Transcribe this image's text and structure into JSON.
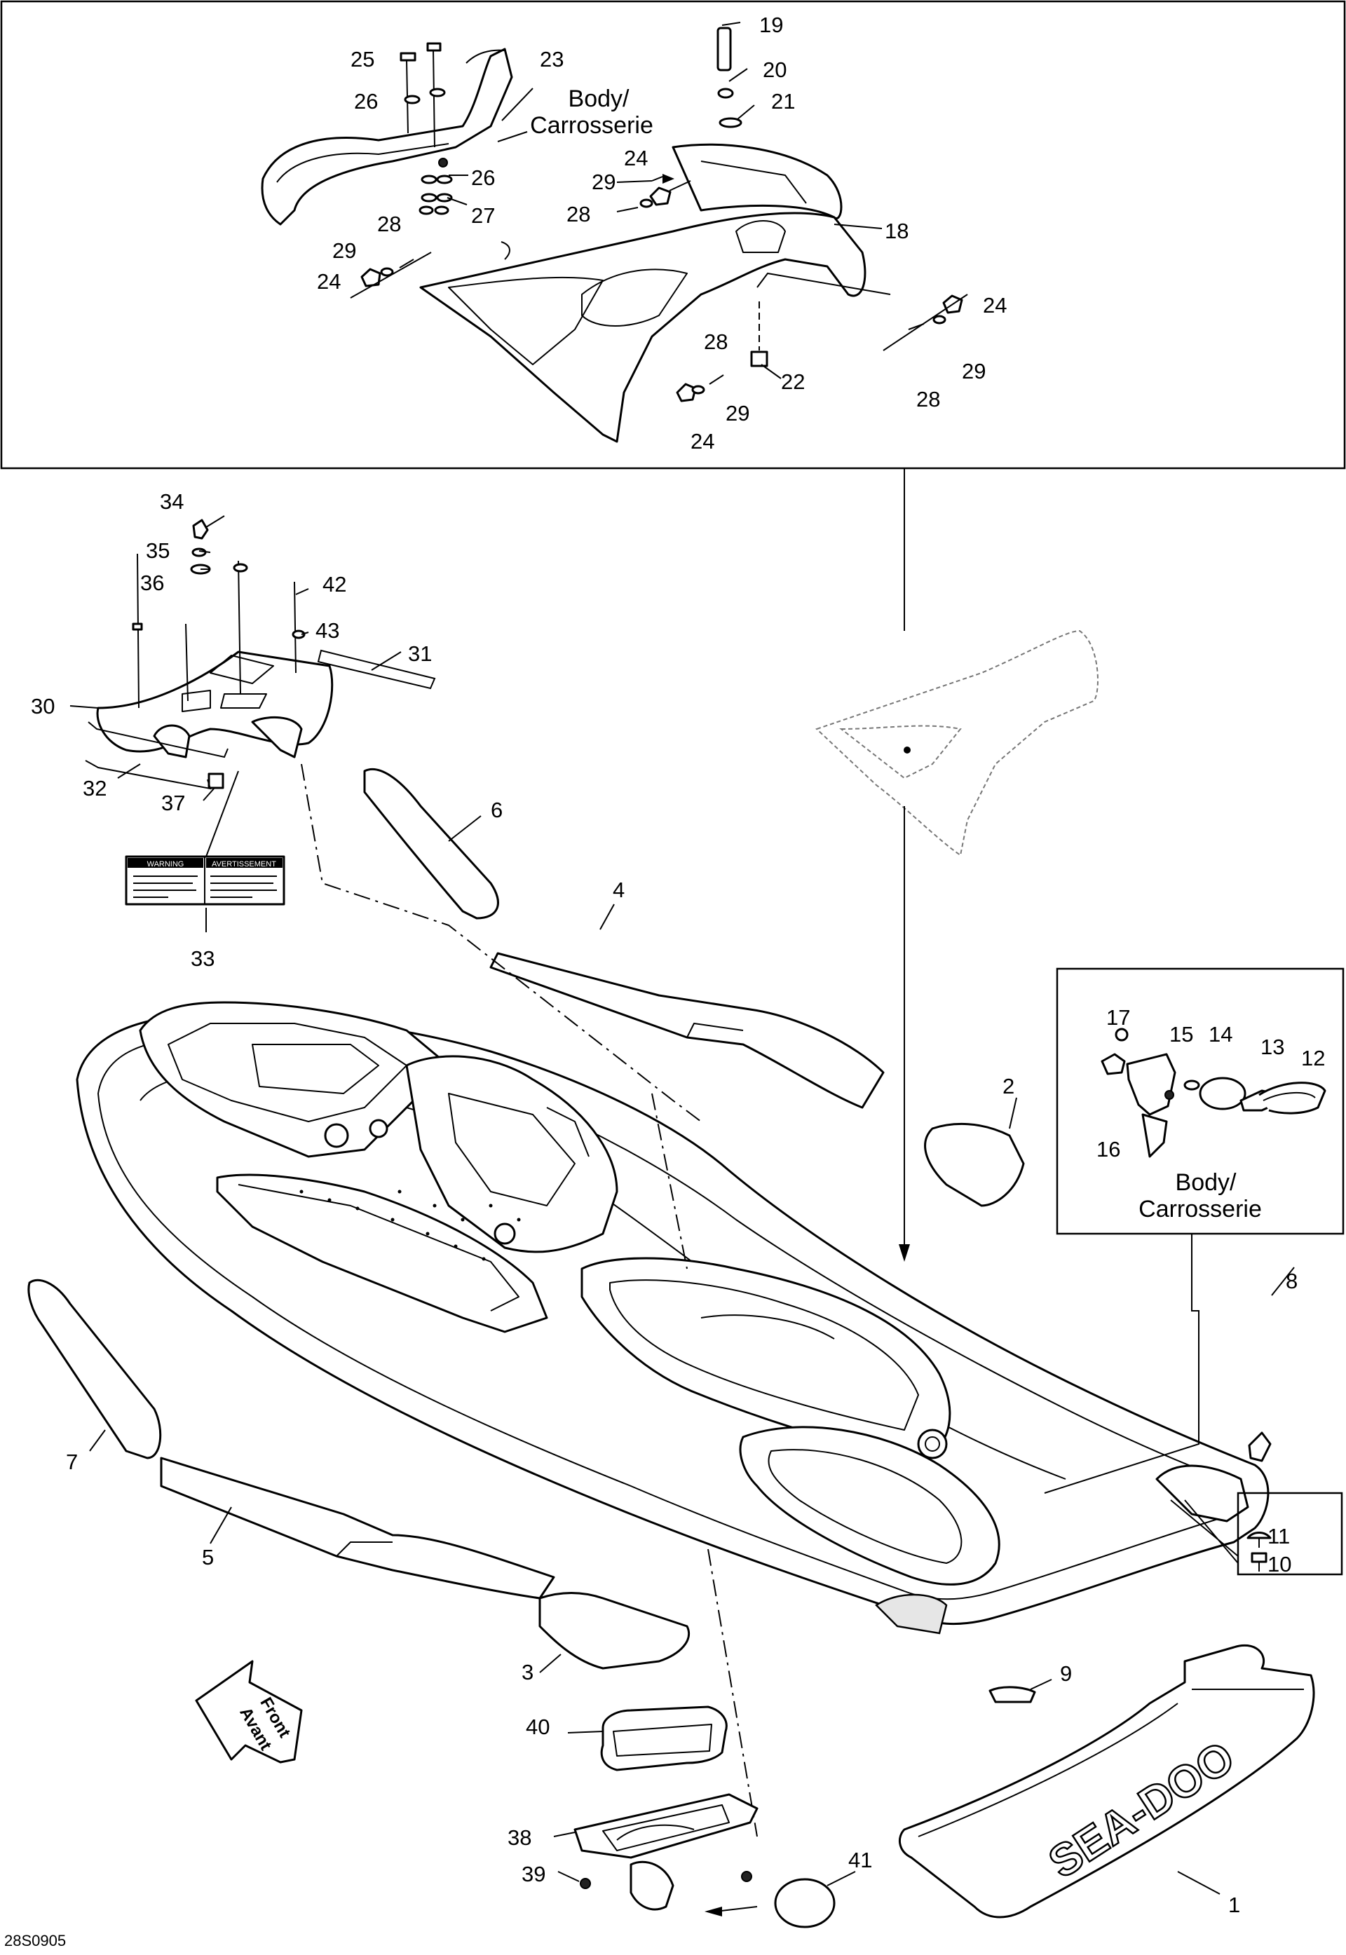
{
  "diagram": {
    "drawing_code": "28S0905",
    "captions": {
      "top_body": [
        "Body/",
        "Carrosserie"
      ],
      "inset_body": [
        "Body/",
        "Carrosserie"
      ],
      "front_arrow": [
        "Front",
        "Avant"
      ]
    },
    "warning_label": {
      "left_title": "WARNING",
      "right_title": "AVERTISSEMENT"
    },
    "callouts": {
      "n1": "1",
      "n2": "2",
      "n3": "3",
      "n4": "4",
      "n5": "5",
      "n6": "6",
      "n7": "7",
      "n8": "8",
      "n9": "9",
      "n10": "10",
      "n11": "11",
      "n12": "12",
      "n13": "13",
      "n14": "14",
      "n15": "15",
      "n16": "16",
      "n17": "17",
      "n18": "18",
      "n19": "19",
      "n20": "20",
      "n21": "21",
      "n22": "22",
      "n23": "23",
      "n24": "24",
      "n25": "25",
      "n26": "26",
      "n27": "27",
      "n28": "28",
      "n29": "29",
      "n30": "30",
      "n31": "31",
      "n32": "32",
      "n33": "33",
      "n34": "34",
      "n35": "35",
      "n36": "36",
      "n37": "37",
      "n38": "38",
      "n39": "39",
      "n40": "40",
      "n41": "41",
      "n42": "42",
      "n43": "43"
    },
    "mat_logo": "SEA-DOO",
    "colors": {
      "ink": "#000000",
      "paper": "#ffffff",
      "shade": "#e6e6e6"
    }
  }
}
